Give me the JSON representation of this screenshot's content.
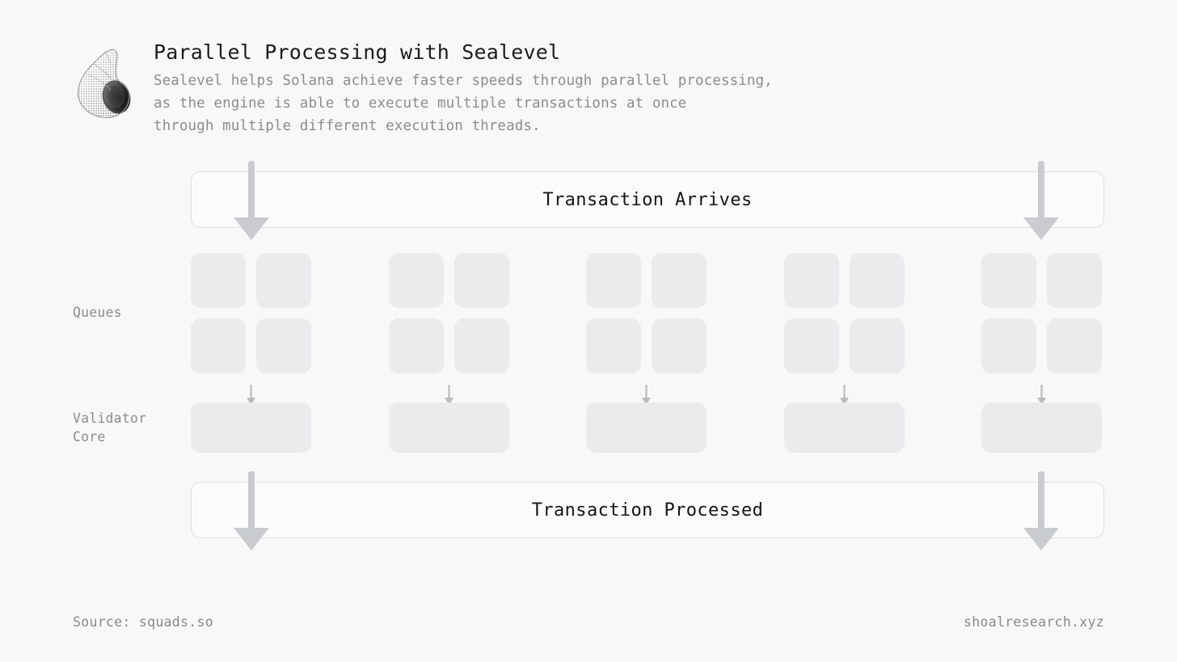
{
  "header": {
    "logo_icon": "seashell-icon",
    "title": "Parallel Processing with Sealevel",
    "subtitle": "Sealevel helps Solana achieve faster speeds through parallel processing,\nas the engine is able to execute multiple transactions at once\nthrough multiple different execution threads."
  },
  "diagram": {
    "top_banner_label": "Transaction Arrives",
    "bottom_banner_label": "Transaction Processed",
    "row_labels": {
      "queues": "Queues",
      "validator_core": "Validator\nCore"
    },
    "lanes": [
      {
        "id": "lane-1",
        "queue_slots": 4,
        "core_label": ""
      },
      {
        "id": "lane-2",
        "queue_slots": 4,
        "core_label": ""
      },
      {
        "id": "lane-3",
        "queue_slots": 4,
        "core_label": ""
      },
      {
        "id": "lane-4",
        "queue_slots": 4,
        "core_label": ""
      },
      {
        "id": "lane-5",
        "queue_slots": 4,
        "core_label": ""
      }
    ],
    "arrow_icons": {
      "big": "arrow-down-icon",
      "mini": "arrow-down-small-icon"
    }
  },
  "footer": {
    "source": "Source: squads.so",
    "site": "shoalresearch.xyz"
  },
  "colors": {
    "background": "#f7f8f8",
    "box_fill": "#e9ebec",
    "banner_fill": "#fafbfb",
    "banner_border": "#dcdfe1",
    "arrow": "#c9ccce",
    "mini_arrow": "#b9bcbe",
    "title_text": "#1b1c1d",
    "muted_text": "#8a8d90"
  }
}
